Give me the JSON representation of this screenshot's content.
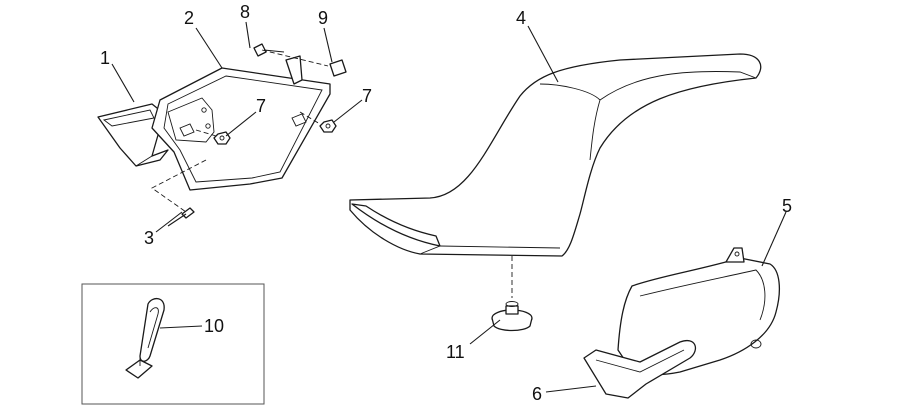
{
  "callouts": {
    "c1": "1",
    "c2": "2",
    "c3": "3",
    "c4": "4",
    "c5": "5",
    "c6": "6",
    "c7a": "7",
    "c7b": "7",
    "c8": "8",
    "c9": "9",
    "c10": "10",
    "c11": "11"
  },
  "colors": {
    "line": "#1a1a1a",
    "background": "#ffffff"
  }
}
